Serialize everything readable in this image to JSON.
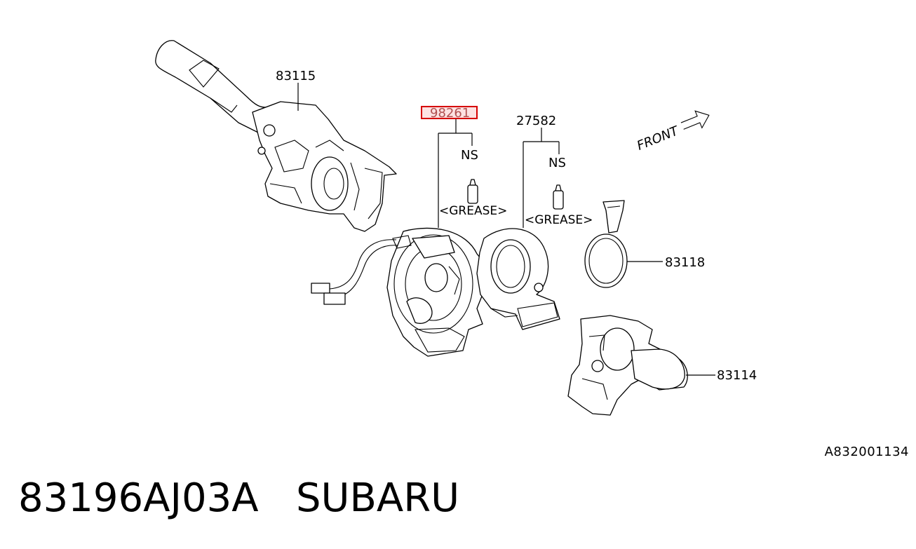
{
  "parts": {
    "p83115": "83115",
    "p98261": "98261",
    "p27582": "27582",
    "p83118": "83118",
    "p83114": "83114"
  },
  "ns_a": "NS",
  "ns_b": "NS",
  "grease_a": "<GREASE>",
  "grease_b": "<GREASE>",
  "front": "FRONT",
  "diagram_code": "A832001134",
  "caption": {
    "part_number": "83196AJ03A",
    "brand": "SUBARU"
  },
  "colors": {
    "highlight_border": "#d60000",
    "highlight_fill": "#fde2e2"
  }
}
